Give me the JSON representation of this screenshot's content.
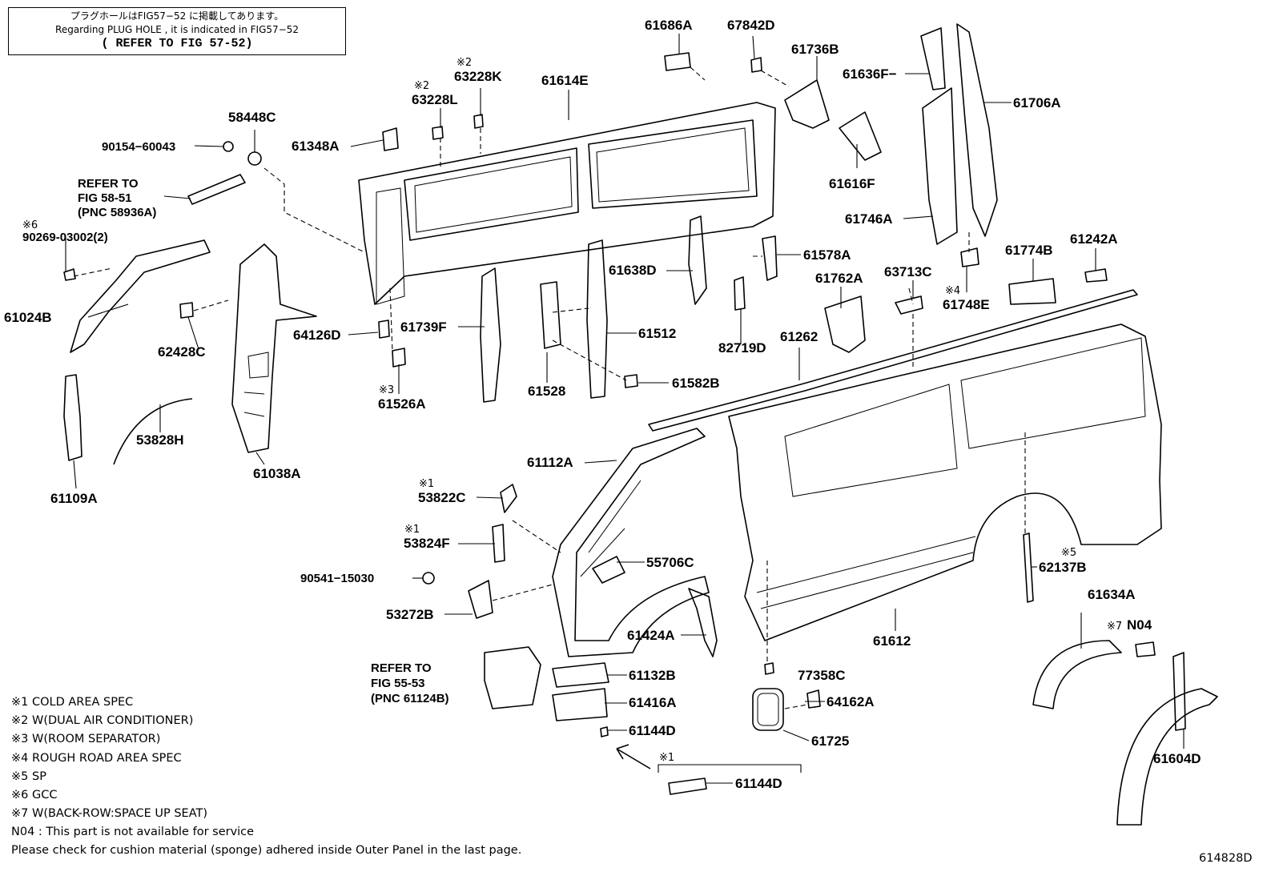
{
  "header_note": {
    "japanese": "プラグホールはFIG57−52 に掲載してあります。",
    "english": "Regarding PLUG HOLE , it is indicated in FIG57−52",
    "refer": "( REFER TO FIG 57-52)"
  },
  "part_labels": [
    {
      "id": "p61686A",
      "text": "61686A"
    },
    {
      "id": "p67842D",
      "text": "67842D"
    },
    {
      "id": "p61736B",
      "text": "61736B"
    },
    {
      "id": "p61636F",
      "text": "61636F−"
    },
    {
      "id": "p61706A",
      "text": "61706A"
    },
    {
      "id": "p63228K",
      "text": "63228K"
    },
    {
      "id": "p61614E",
      "text": "61614E"
    },
    {
      "id": "p63228L",
      "text": "63228L"
    },
    {
      "id": "p58448C",
      "text": "58448C"
    },
    {
      "id": "p90154",
      "text": "90154−60043"
    },
    {
      "id": "p61348A",
      "text": "61348A"
    },
    {
      "id": "p61616F",
      "text": "61616F"
    },
    {
      "id": "p61746A",
      "text": "61746A"
    },
    {
      "id": "p61578A",
      "text": "61578A"
    },
    {
      "id": "p61638D",
      "text": "61638D"
    },
    {
      "id": "p61762A",
      "text": "61762A"
    },
    {
      "id": "p63713C",
      "text": "63713C"
    },
    {
      "id": "p61774B",
      "text": "61774B"
    },
    {
      "id": "p61242A",
      "text": "61242A"
    },
    {
      "id": "p61748E",
      "text": "61748E"
    },
    {
      "id": "p61024B",
      "text": "61024B"
    },
    {
      "id": "p62428C",
      "text": "62428C"
    },
    {
      "id": "p64126D",
      "text": "64126D"
    },
    {
      "id": "p61739F",
      "text": "61739F"
    },
    {
      "id": "p61512",
      "text": "61512"
    },
    {
      "id": "p82719D",
      "text": "82719D"
    },
    {
      "id": "p61262",
      "text": "61262"
    },
    {
      "id": "p61526A",
      "text": "61526A"
    },
    {
      "id": "p61528",
      "text": "61528"
    },
    {
      "id": "p61582B",
      "text": "61582B"
    },
    {
      "id": "p53828H",
      "text": "53828H"
    },
    {
      "id": "p61038A",
      "text": "61038A"
    },
    {
      "id": "p61109A",
      "text": "61109A"
    },
    {
      "id": "p61112A",
      "text": "61112A"
    },
    {
      "id": "p53822C",
      "text": "53822C"
    },
    {
      "id": "p53824F",
      "text": "53824F"
    },
    {
      "id": "p55706C",
      "text": "55706C"
    },
    {
      "id": "p90541",
      "text": "90541−15030"
    },
    {
      "id": "p53272B",
      "text": "53272B"
    },
    {
      "id": "p61424A",
      "text": "61424A"
    },
    {
      "id": "p62137B",
      "text": "62137B"
    },
    {
      "id": "p61612",
      "text": "61612"
    },
    {
      "id": "p61634A",
      "text": "61634A"
    },
    {
      "id": "pN04",
      "text": "N04"
    },
    {
      "id": "p61132B",
      "text": "61132B"
    },
    {
      "id": "p77358C",
      "text": "77358C"
    },
    {
      "id": "p61416A",
      "text": "61416A"
    },
    {
      "id": "p64162A",
      "text": "64162A"
    },
    {
      "id": "p61144D_a",
      "text": "61144D"
    },
    {
      "id": "p61725",
      "text": "61725"
    },
    {
      "id": "p61144D_b",
      "text": "61144D"
    },
    {
      "id": "p61604D",
      "text": "61604D"
    }
  ],
  "marks": {
    "m2": "※2",
    "m3": "※3",
    "m4": "※4",
    "m5": "※5",
    "m6": "※6",
    "m7": "※7",
    "m1": "※1"
  },
  "refer_notes": {
    "fig5851": [
      "REFER TO",
      "FIG 58-51",
      "(PNC 58936A)"
    ],
    "fig5553": [
      "REFER TO",
      "FIG 55-53",
      "(PNC 61124B)"
    ],
    "screw": "90269-03002(2)"
  },
  "legend": [
    "※1 COLD AREA SPEC",
    "※2 W(DUAL AIR CONDITIONER)",
    "※3 W(ROOM SEPARATOR)",
    "※4 ROUGH ROAD AREA SPEC",
    "※5 SP",
    "※6 GCC",
    "※7 W(BACK-ROW:SPACE UP SEAT)"
  ],
  "footer": {
    "n04_note": "N04 : This part is not available for service",
    "cushion_note": "Please check for cushion material (sponge) adhered inside Outer Panel in the last page.",
    "figure_id": "614828D"
  }
}
